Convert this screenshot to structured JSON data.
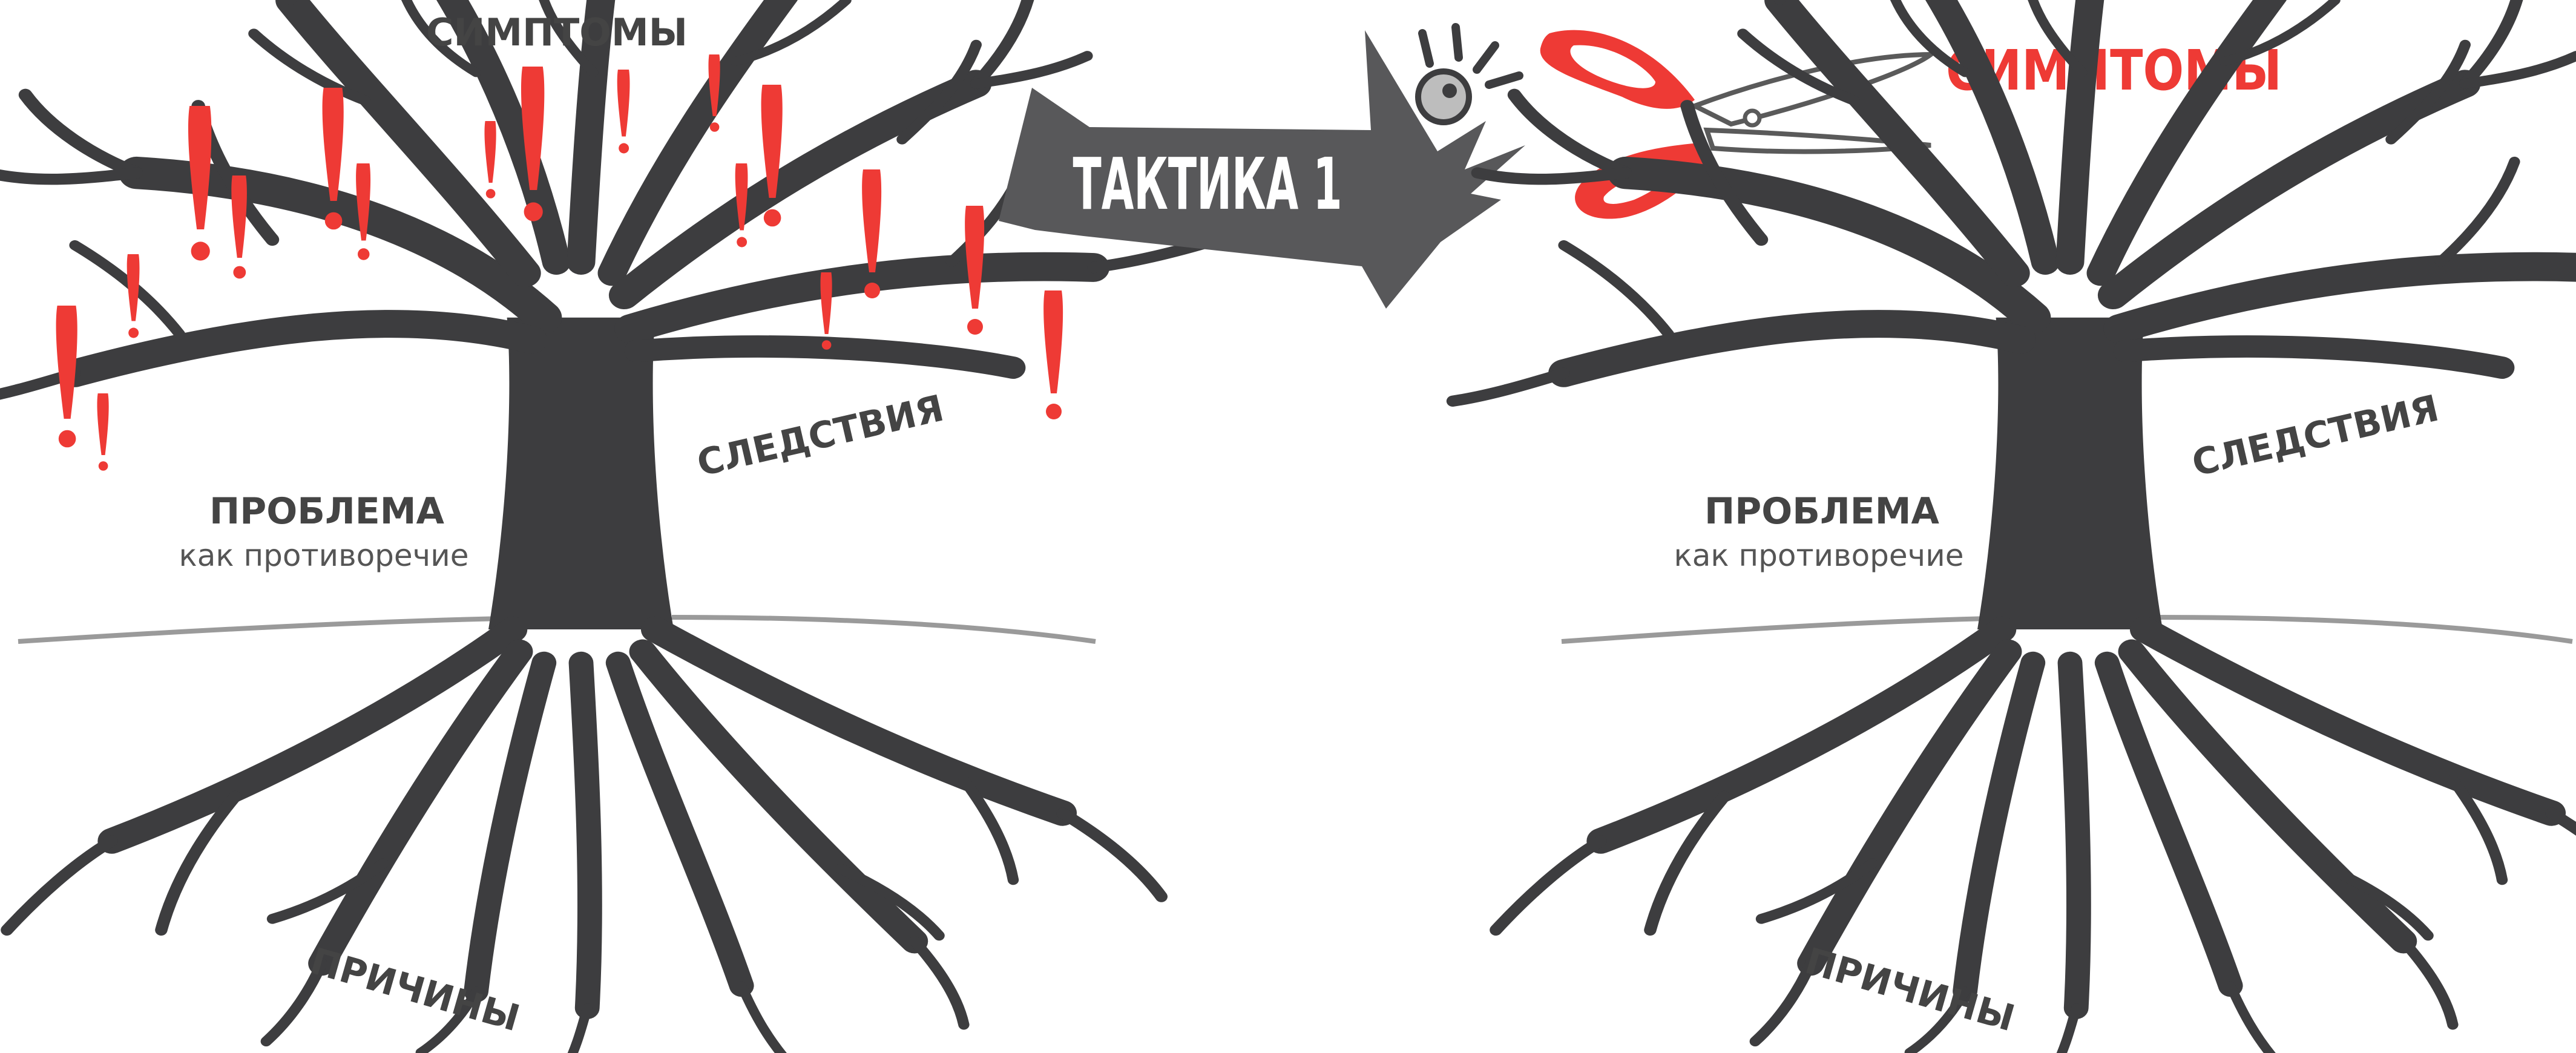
{
  "left_tree": {
    "top_label": "СИМПТОМЫ",
    "right_label": "СЛЕДСТВИЯ",
    "problem_label": "ПРОБЛЕМА",
    "problem_sublabel": "как противоречие",
    "roots_label": "ПРИЧИНЫ"
  },
  "arrow": {
    "label": "ТАКТИКА 1"
  },
  "scissors_label": "СИМПТОМЫ",
  "right_tree": {
    "right_label": "СЛЕДСТВИЯ",
    "problem_label": "ПРОБЛЕМА",
    "problem_sublabel": "как противоречие",
    "roots_label": "ПРИЧИНЫ"
  },
  "colors": {
    "tree": "#3d3d3f",
    "accent_red": "#ee3a35",
    "arrow_gray": "#58585a",
    "ground": "#9a9a9a",
    "text": "#444444"
  },
  "icons": [
    "tree-icon",
    "exclamation-icon",
    "scissors-icon",
    "arrow-icon",
    "screw-icon"
  ]
}
